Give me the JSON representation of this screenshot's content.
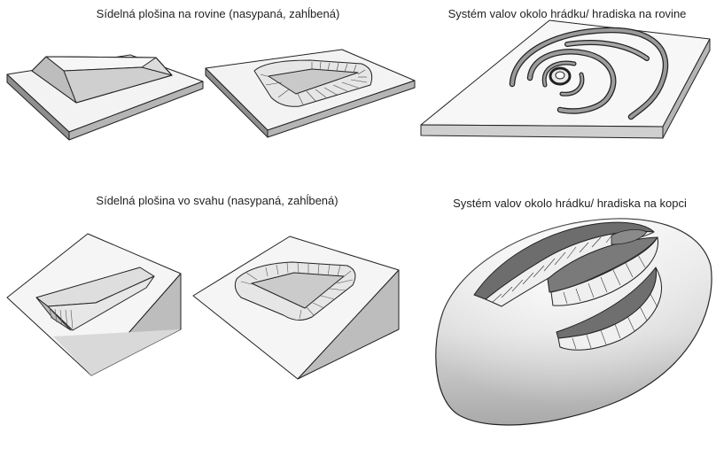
{
  "captions": {
    "flat_platform": "Sídelná plošina na rovine (nasypaná, zahĺbená)",
    "ramparts_flat": "Systém valov okolo hrádku/ hradiska na rovine",
    "slope_platform": "Sídelná plošina vo svahu (nasypaná, zahĺbená)",
    "ramparts_hill": "Systém valov okolo hrádku/ hradiska na kopci"
  }
}
